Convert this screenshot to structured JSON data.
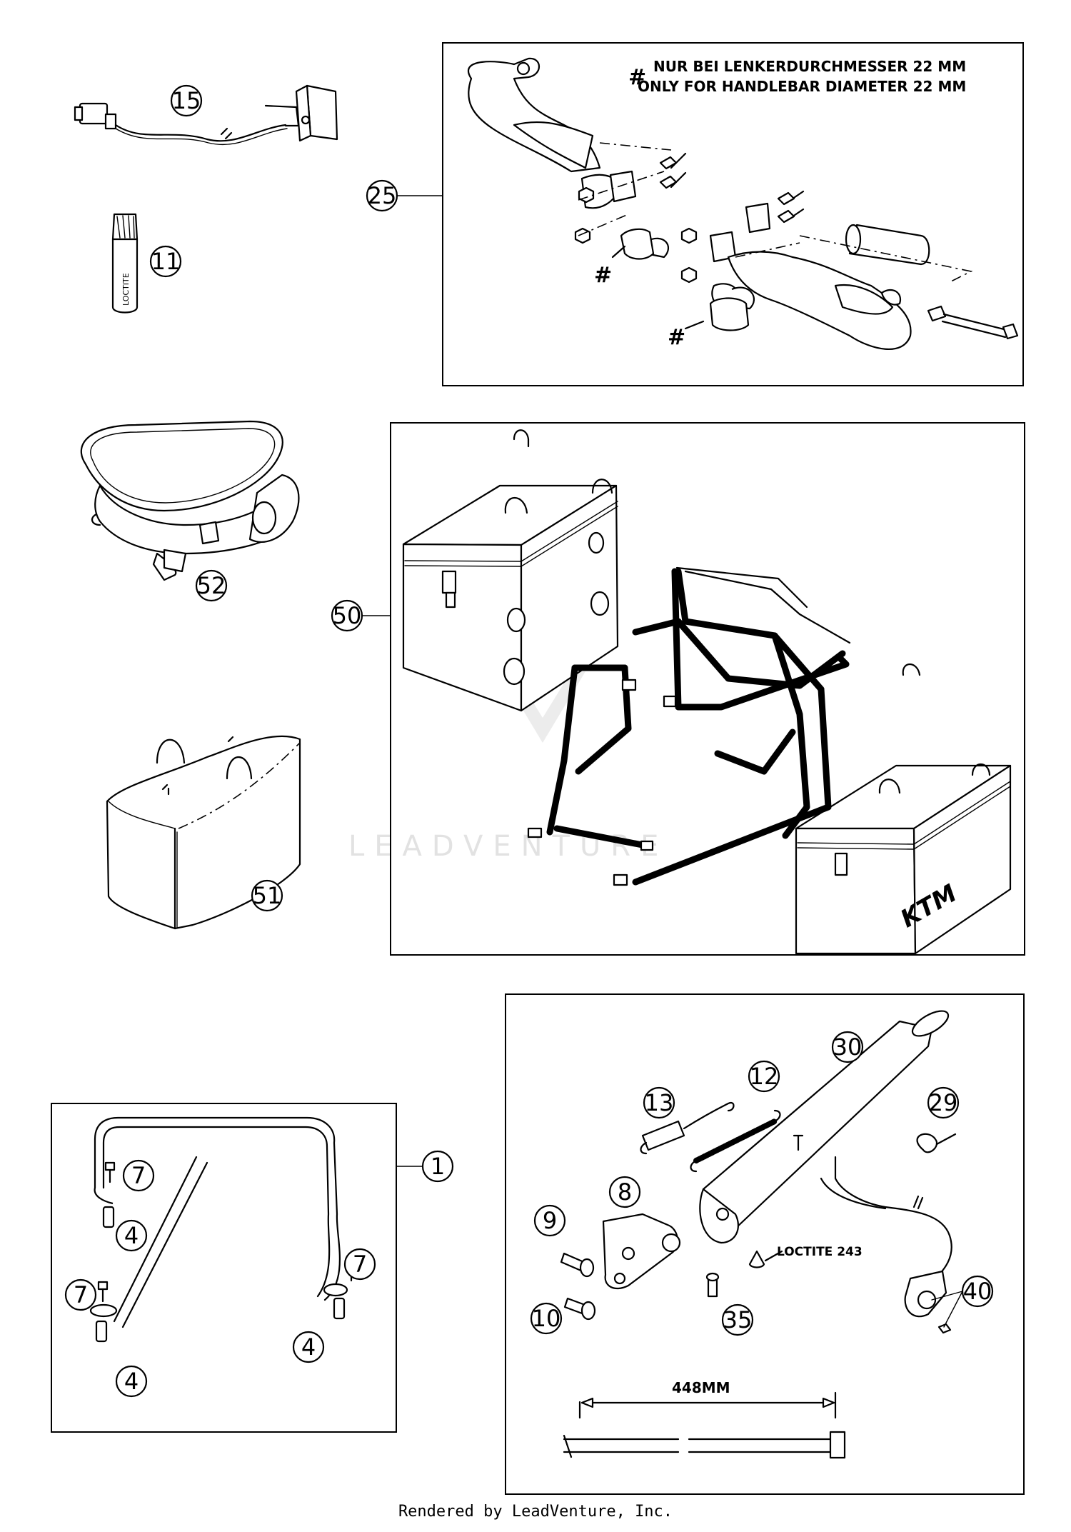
{
  "notes": {
    "hash_symbol": "#",
    "line_de": "NUR BEI LENKERDURCHMESSER 22 MM",
    "line_en": "ONLY FOR HANDLEBAR DIAMETER 22 MM"
  },
  "labels": {
    "loctite_243": "LOCTITE 243",
    "measurement": "448MM",
    "loctite_tube": "LOCTITE",
    "ktm_logo": "KTM"
  },
  "watermark": "LEADVENTURE",
  "footer": "Rendered by LeadVenture, Inc.",
  "callouts": {
    "c15": "15",
    "c11": "11",
    "c25": "25",
    "c52": "52",
    "c50": "50",
    "c51": "51",
    "c1": "1",
    "c7a": "7",
    "c4a": "4",
    "c7b": "7",
    "c7c": "7",
    "c4b": "4",
    "c4c": "4",
    "c30": "30",
    "c12": "12",
    "c13": "13",
    "c29": "29",
    "c8": "8",
    "c9": "9",
    "c10": "10",
    "c35": "35",
    "c40": "40"
  }
}
